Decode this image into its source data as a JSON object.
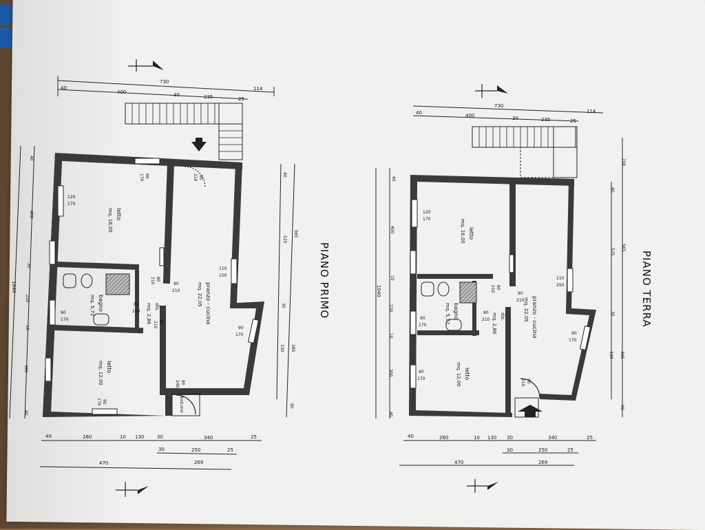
{
  "plans": [
    {
      "title": "PIANO PRIMO",
      "top_dims": [
        "730",
        "40",
        "400",
        "30",
        "235",
        "25",
        "114"
      ],
      "bottom_dims": [
        "40",
        "260",
        "10",
        "130",
        "30",
        "340",
        "25",
        "30",
        "250",
        "25",
        "470",
        "269"
      ],
      "left_dims": [
        "40",
        "400",
        "30",
        "220",
        "10",
        "300",
        "40",
        "1040"
      ],
      "right_dims": [
        "40",
        "525",
        "565",
        "30",
        "330",
        "385",
        "90"
      ],
      "rooms": [
        {
          "name": "letto",
          "area": "mq. 16,00"
        },
        {
          "name": "bagno",
          "area": "mq. 5,72"
        },
        {
          "name": "letto",
          "area": "mq. 12,00"
        },
        {
          "name": "pranzo - cucina",
          "area": "mq. 22,05"
        },
        {
          "name": "dis.",
          "area": "mq. 2,86"
        }
      ],
      "openings": [
        "120\n170",
        "90\n170",
        "90\n170",
        "90\n210",
        "90\n210",
        "80\n210",
        "80\n210",
        "90\n210",
        "110\n150",
        "90\n170",
        "90\n240",
        "80\n210"
      ],
      "balcony": "balcone"
    },
    {
      "title": "PIANO TERRA",
      "top_dims": [
        "730",
        "40",
        "400",
        "30",
        "235",
        "25",
        "114"
      ],
      "bottom_dims": [
        "40",
        "260",
        "10",
        "130",
        "30",
        "340",
        "25",
        "30",
        "250",
        "25",
        "470",
        "269"
      ],
      "left_dims": [
        "40",
        "400",
        "10",
        "220",
        "10",
        "300",
        "40",
        "1040"
      ],
      "right_dims": [
        "200",
        "40",
        "525",
        "565",
        "30",
        "330",
        "385",
        "90"
      ],
      "rooms": [
        {
          "name": "letto",
          "area": "mq. 16,00"
        },
        {
          "name": "bagno",
          "area": "mq. 5,72"
        },
        {
          "name": "letto",
          "area": "mq. 12,00"
        },
        {
          "name": "pranzo - cucina",
          "area": "mq. 22,05"
        },
        {
          "name": "dis.",
          "area": "mq. 2,86"
        }
      ],
      "openings": [
        "120\n170",
        "90\n170",
        "90\n170",
        "90\n210",
        "90\n210",
        "80\n210",
        "80\n210",
        "110\n250",
        "90\n170",
        "90\n210"
      ]
    }
  ]
}
